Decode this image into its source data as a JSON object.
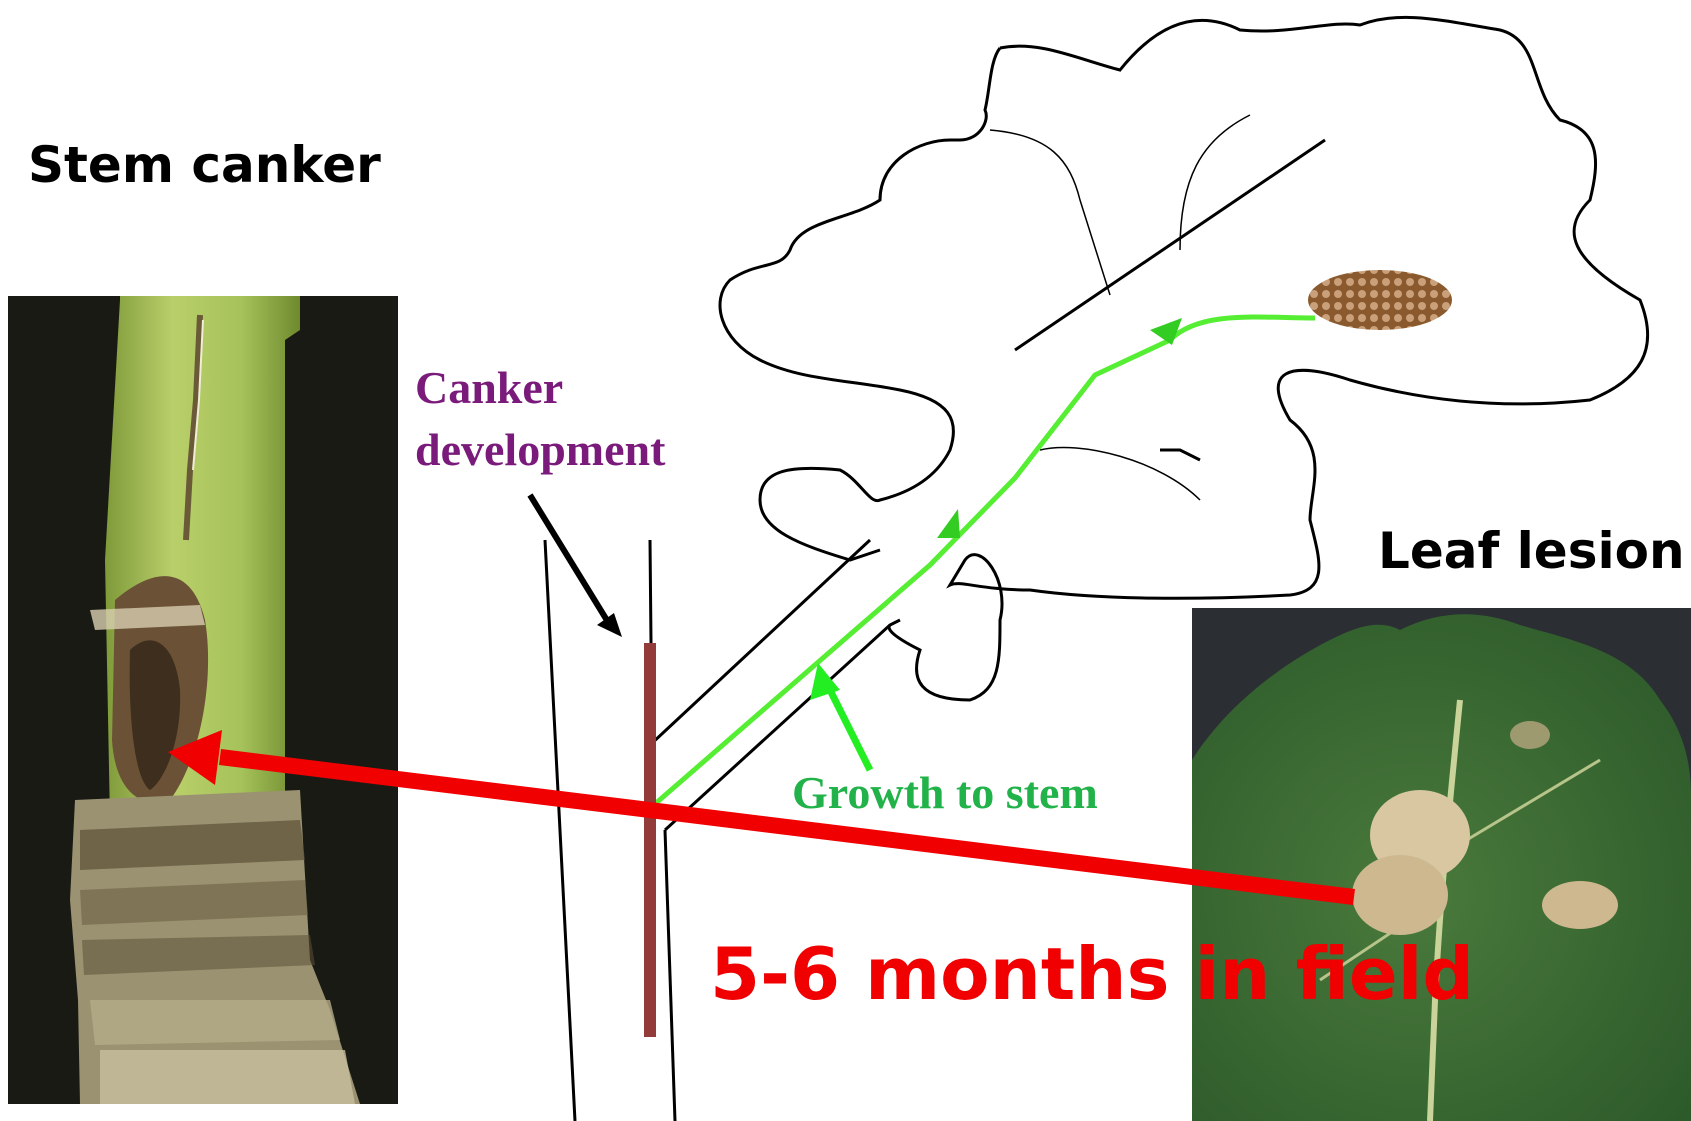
{
  "labels": {
    "stem_canker": "Stem canker",
    "leaf_lesion": "Leaf lesion",
    "canker_development_line1": "Canker",
    "canker_development_line2": "development",
    "growth_to_stem": "Growth to stem",
    "duration": "5-6 months in field"
  },
  "colors": {
    "canker_text": "#7a1a7a",
    "growth": "#22b24a",
    "growth_path": "#55ee33",
    "arrow_red": "#f00000",
    "canker_bar": "#933a3a",
    "lesion_fill": "#9b6a3a"
  },
  "images": {
    "left_photo": "stem-canker-photo",
    "right_photo": "leaf-lesion-photo"
  }
}
